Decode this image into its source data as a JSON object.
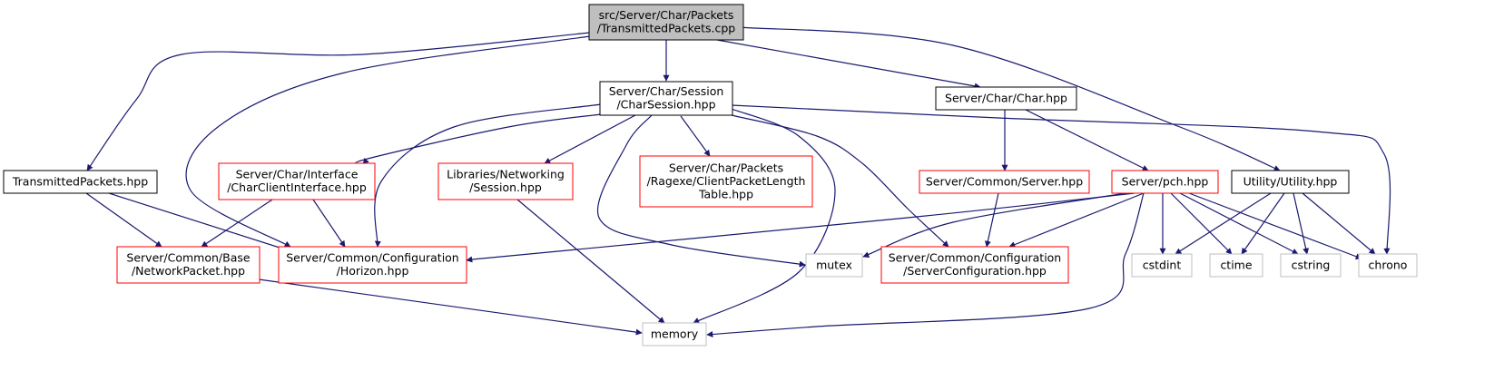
{
  "nodes": [
    {
      "id": "root",
      "lines": [
        "src/Server/Char/Packets",
        "/TransmittedPackets.cpp"
      ],
      "kind": "root"
    },
    {
      "id": "charsession",
      "lines": [
        "Server/Char/Session",
        "/CharSession.hpp"
      ],
      "kind": "documented"
    },
    {
      "id": "charhpp",
      "lines": [
        "Server/Char/Char.hpp"
      ],
      "kind": "documented"
    },
    {
      "id": "transmitted",
      "lines": [
        "TransmittedPackets.hpp"
      ],
      "kind": "documented"
    },
    {
      "id": "utility",
      "lines": [
        "Utility/Utility.hpp"
      ],
      "kind": "documented"
    },
    {
      "id": "charclient",
      "lines": [
        "Server/Char/Interface",
        "/CharClientInterface.hpp"
      ],
      "kind": "truncated"
    },
    {
      "id": "libsession",
      "lines": [
        "Libraries/Networking",
        "/Session.hpp"
      ],
      "kind": "truncated"
    },
    {
      "id": "ragexe",
      "lines": [
        "Server/Char/Packets",
        "/Ragexe/ClientPacketLength",
        "Table.hpp"
      ],
      "kind": "truncated"
    },
    {
      "id": "commonserver",
      "lines": [
        "Server/Common/Server.hpp"
      ],
      "kind": "truncated"
    },
    {
      "id": "pch",
      "lines": [
        "Server/pch.hpp"
      ],
      "kind": "truncated"
    },
    {
      "id": "netpacket",
      "lines": [
        "Server/Common/Base",
        "/NetworkPacket.hpp"
      ],
      "kind": "truncated"
    },
    {
      "id": "horizon",
      "lines": [
        "Server/Common/Configuration",
        "/Horizon.hpp"
      ],
      "kind": "truncated"
    },
    {
      "id": "mutex",
      "lines": [
        "mutex"
      ],
      "kind": "system"
    },
    {
      "id": "serverconfig",
      "lines": [
        "Server/Common/Configuration",
        "/ServerConfiguration.hpp"
      ],
      "kind": "truncated"
    },
    {
      "id": "cstdint",
      "lines": [
        "cstdint"
      ],
      "kind": "system"
    },
    {
      "id": "ctime",
      "lines": [
        "ctime"
      ],
      "kind": "system"
    },
    {
      "id": "cstring",
      "lines": [
        "cstring"
      ],
      "kind": "system"
    },
    {
      "id": "chrono",
      "lines": [
        "chrono"
      ],
      "kind": "system"
    },
    {
      "id": "memory",
      "lines": [
        "memory"
      ],
      "kind": "system"
    }
  ],
  "edges": [
    {
      "from": "root",
      "to": "charsession"
    },
    {
      "from": "root",
      "to": "charhpp"
    },
    {
      "from": "root",
      "to": "transmitted"
    },
    {
      "from": "root",
      "to": "utility"
    },
    {
      "from": "root",
      "to": "horizon"
    },
    {
      "from": "charsession",
      "to": "charclient"
    },
    {
      "from": "charsession",
      "to": "libsession"
    },
    {
      "from": "charsession",
      "to": "ragexe"
    },
    {
      "from": "charsession",
      "to": "horizon"
    },
    {
      "from": "charsession",
      "to": "mutex"
    },
    {
      "from": "charsession",
      "to": "serverconfig"
    },
    {
      "from": "charsession",
      "to": "memory"
    },
    {
      "from": "charsession",
      "to": "chrono"
    },
    {
      "from": "charhpp",
      "to": "commonserver"
    },
    {
      "from": "charhpp",
      "to": "pch"
    },
    {
      "from": "transmitted",
      "to": "netpacket"
    },
    {
      "from": "transmitted",
      "to": "horizon"
    },
    {
      "from": "charclient",
      "to": "netpacket"
    },
    {
      "from": "charclient",
      "to": "horizon"
    },
    {
      "from": "libsession",
      "to": "memory"
    },
    {
      "from": "commonserver",
      "to": "serverconfig"
    },
    {
      "from": "pch",
      "to": "horizon"
    },
    {
      "from": "pch",
      "to": "mutex"
    },
    {
      "from": "pch",
      "to": "serverconfig"
    },
    {
      "from": "pch",
      "to": "cstdint"
    },
    {
      "from": "pch",
      "to": "ctime"
    },
    {
      "from": "pch",
      "to": "cstring"
    },
    {
      "from": "pch",
      "to": "chrono"
    },
    {
      "from": "pch",
      "to": "memory"
    },
    {
      "from": "utility",
      "to": "cstdint"
    },
    {
      "from": "utility",
      "to": "ctime"
    },
    {
      "from": "utility",
      "to": "cstring"
    },
    {
      "from": "utility",
      "to": "chrono"
    },
    {
      "from": "netpacket",
      "to": "memory"
    }
  ],
  "colors": {
    "edge": "#191970",
    "root_fill": "#bfbfbf",
    "root_border": "#000000",
    "documented_border": "#000000",
    "truncated_border": "#ff0000",
    "system_border": "#bfbfbf",
    "node_fill": "#ffffff"
  }
}
